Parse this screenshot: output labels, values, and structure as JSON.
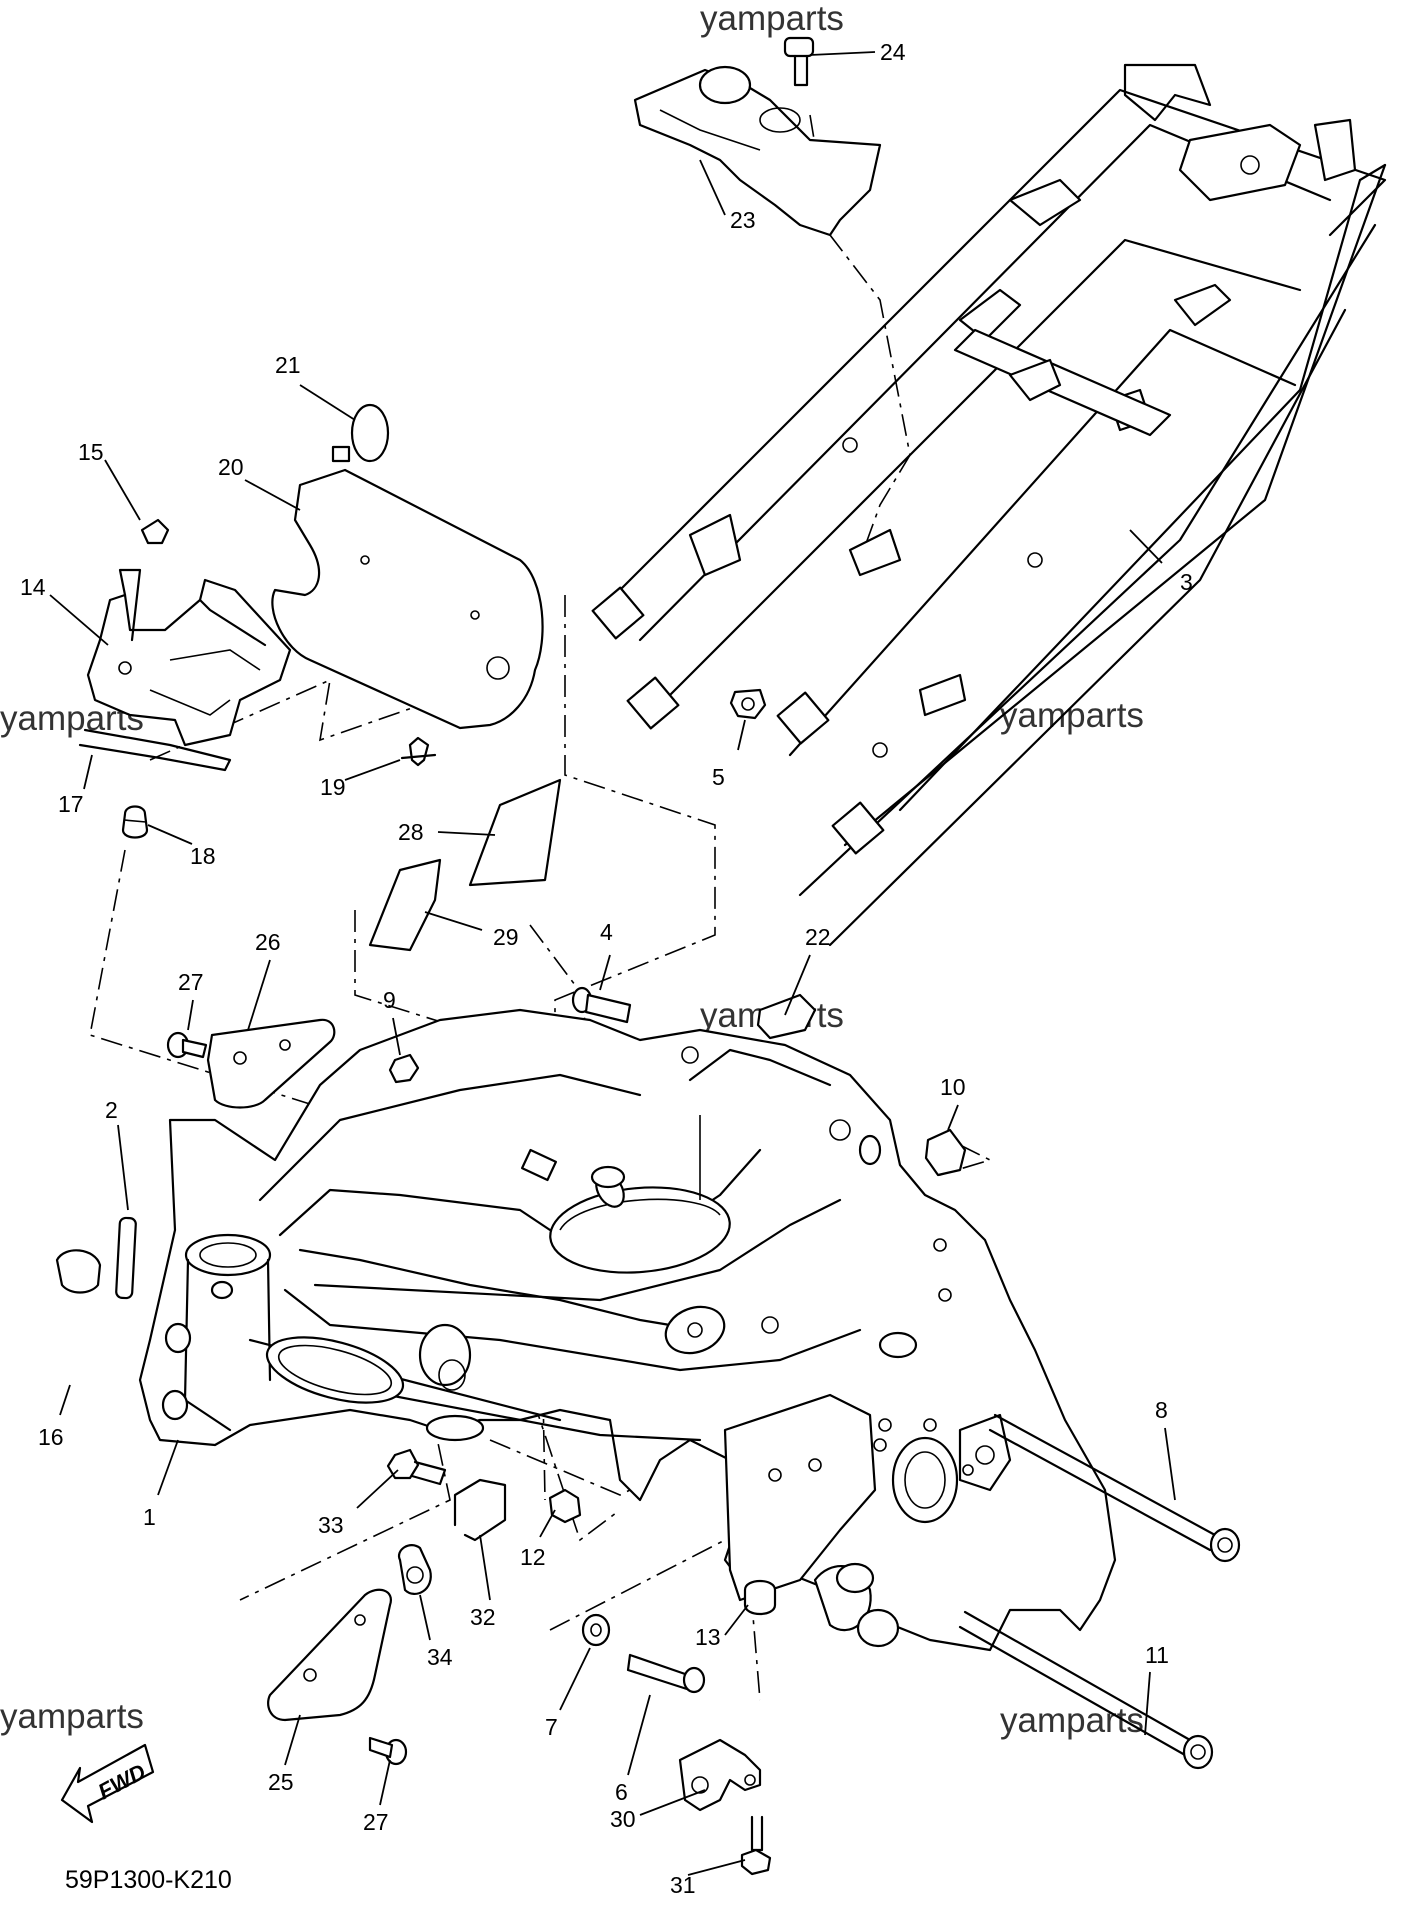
{
  "diagram": {
    "code": "59P1300-K210",
    "fwd_label": "FWD",
    "watermark": "yamparts",
    "callouts": [
      "1",
      "2",
      "3",
      "4",
      "5",
      "6",
      "7",
      "8",
      "9",
      "10",
      "11",
      "12",
      "13",
      "14",
      "15",
      "16",
      "17",
      "18",
      "19",
      "20",
      "21",
      "22",
      "23",
      "24",
      "25",
      "26",
      "27",
      "27",
      "28",
      "29",
      "30",
      "31",
      "32",
      "33",
      "34"
    ]
  }
}
